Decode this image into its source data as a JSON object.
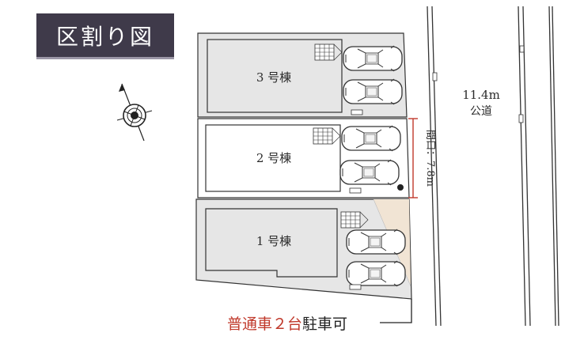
{
  "title": "区割り図",
  "buildings": [
    {
      "label": "3 号棟"
    },
    {
      "label": "2 号棟"
    },
    {
      "label": "1 号棟"
    }
  ],
  "road": {
    "width": "11.4m",
    "type": "公道"
  },
  "frontage": "間口：7.8m",
  "parking_note": {
    "highlight": "普通車２台",
    "rest": "駐車可"
  },
  "colors": {
    "title_bg": "#3f3a4a",
    "accent_red": "#c0392b",
    "lot_fill": "#e6e6e6",
    "wedge": "#f1e4d4"
  },
  "icons": [
    "compass-icon",
    "car-icon",
    "stair-icon",
    "water-meter-icon"
  ]
}
